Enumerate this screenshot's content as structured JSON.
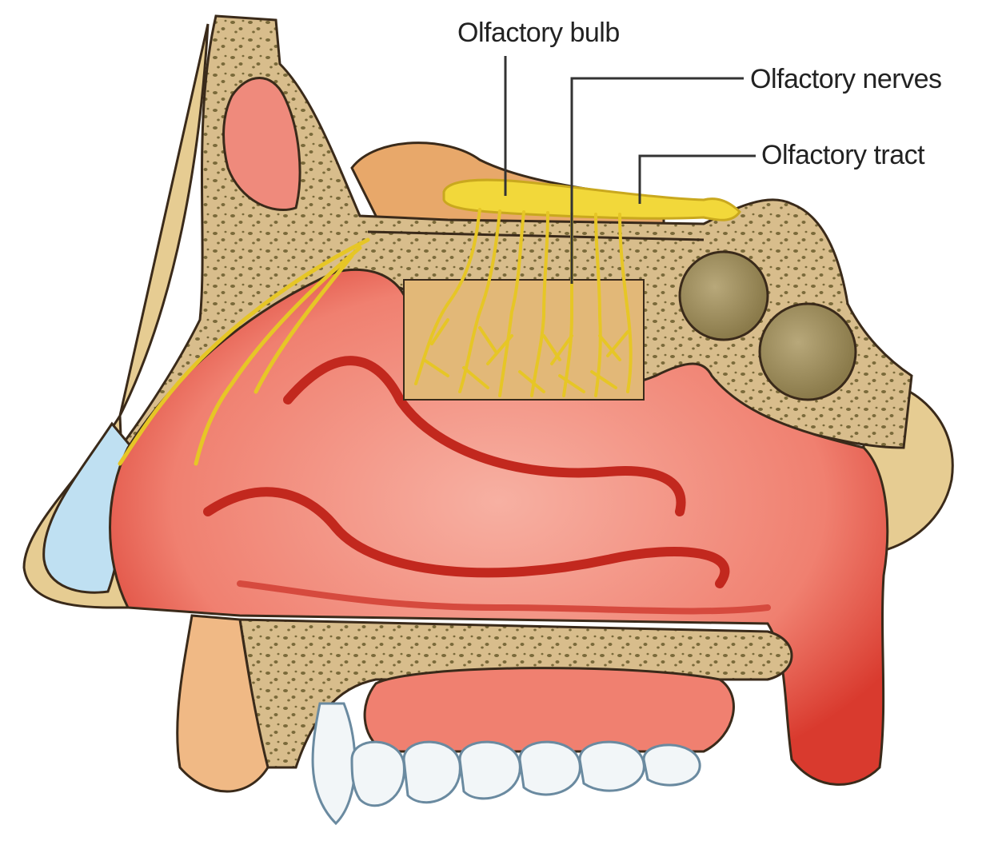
{
  "labels": {
    "bulb": "Olfactory bulb",
    "nerves": "Olfactory nerves",
    "tract": "Olfactory tract"
  },
  "colors": {
    "bone": "#d8bd8c",
    "bone_dots": "#7a6a3a",
    "mucosa": "#f08070",
    "mucosa_dark": "#d93a2e",
    "nerve": "#f2d83a",
    "nerve_dark": "#c9a81e",
    "skin": "#f0b985",
    "brain": "#e8a86a",
    "sinus": "#a89a6a",
    "cartilage": "#bfe0f2",
    "teeth": "#f2f6f8",
    "background": "#ffffff"
  }
}
